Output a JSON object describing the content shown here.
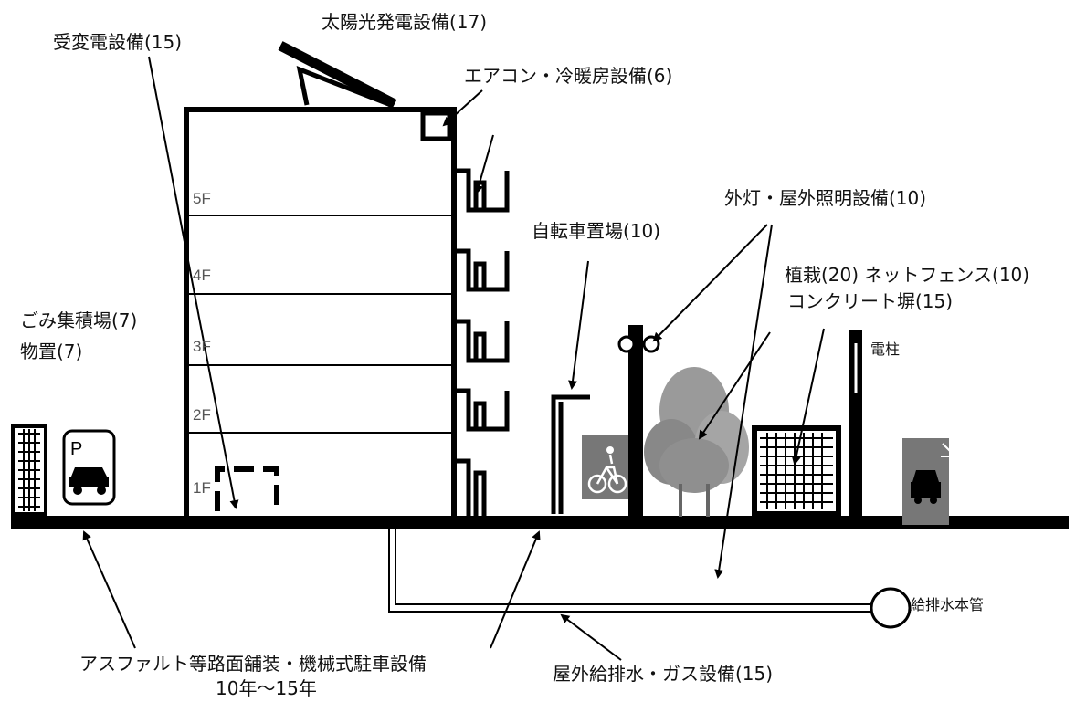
{
  "labels": {
    "juhenden": "受変電設備(15)",
    "solar": "太陽光発電設備(17)",
    "aircon": "エアコン・冷暖房設備(6)",
    "outdoor_light": "外灯・屋外照明設備(10)",
    "bicycle": "自転車置場(10)",
    "planting": "植栽(20) ネットフェンス(10)",
    "concrete": "コンクリート塀(15)",
    "garbage": "ごみ集積場(7)",
    "storage": "物置(7)",
    "pole": "電柱",
    "main_pipe": "給排水本管",
    "paving": "アスファルト等路面舗装・機械式駐車設備",
    "paving_years": "10年～15年",
    "plumbing": "屋外給排水・ガス設備(15)"
  },
  "floors": [
    "5F",
    "4F",
    "3F",
    "2F",
    "1F"
  ],
  "parking_sign": "P",
  "colors": {
    "line": "#000000",
    "tree": "#8a8a8a",
    "sign_bg": "#777777"
  }
}
